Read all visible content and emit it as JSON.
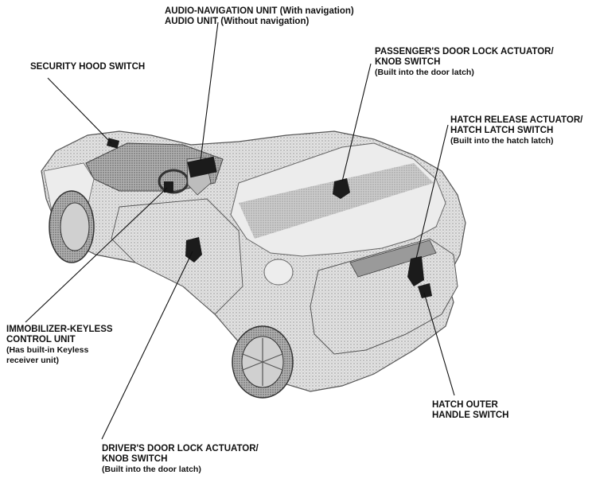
{
  "colors": {
    "ink": "#111111",
    "body": "#d6d6d6",
    "shade": "#8c8c8c",
    "dark": "#2a2a2a",
    "part": "#1b1b1b"
  },
  "labels": {
    "audio_nav": {
      "line1": "AUDIO-NAVIGATION UNIT (With navigation)",
      "line2": "AUDIO UNIT (Without navigation)"
    },
    "security_hood": {
      "line1": "SECURITY HOOD SWITCH"
    },
    "passenger_door": {
      "line1": "PASSENGER'S DOOR LOCK ACTUATOR/",
      "line2": "KNOB SWITCH",
      "line3": "(Built into the door latch)"
    },
    "hatch_release": {
      "line1": "HATCH RELEASE ACTUATOR/",
      "line2": "HATCH LATCH SWITCH",
      "line3": "(Built into the hatch latch)"
    },
    "immobilizer": {
      "line1": "IMMOBILIZER-KEYLESS",
      "line2": "CONTROL UNIT",
      "line3": "(Has built-in Keyless",
      "line4": "receiver unit)"
    },
    "hatch_outer": {
      "line1": "HATCH OUTER",
      "line2": "HANDLE SWITCH"
    },
    "driver_door": {
      "line1": "DRIVER'S DOOR LOCK ACTUATOR/",
      "line2": "KNOB SWITCH",
      "line3": "(Built into the door latch)"
    }
  }
}
